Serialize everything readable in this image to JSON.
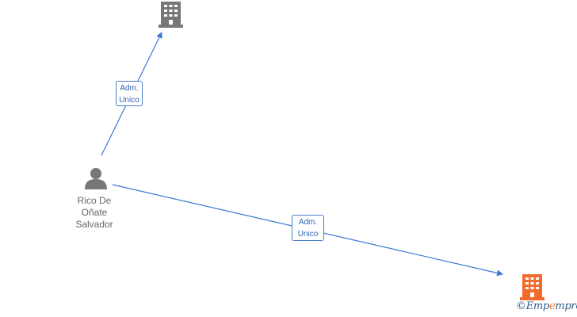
{
  "nodes": {
    "company_top": {
      "type": "company",
      "icon": "building-icon",
      "color": "#777777"
    },
    "person": {
      "type": "person",
      "icon": "person-icon",
      "color": "#777777",
      "name_lines": [
        "Rico De",
        "Oñate",
        "Salvador"
      ]
    },
    "company_bottom": {
      "type": "company",
      "icon": "building-icon",
      "color": "#f26b2c"
    }
  },
  "edges": [
    {
      "from": "person",
      "to": "company_top",
      "label_lines": [
        "Adm.",
        "Unico"
      ],
      "color": "#3a78d4"
    },
    {
      "from": "person",
      "to": "company_bottom",
      "label_lines": [
        "Adm.",
        "Unico"
      ],
      "color": "#3a78d4"
    }
  ],
  "watermark": {
    "copyright": "©",
    "text_before": "Emp",
    "accent": "e",
    "text_after": "mpresia"
  }
}
